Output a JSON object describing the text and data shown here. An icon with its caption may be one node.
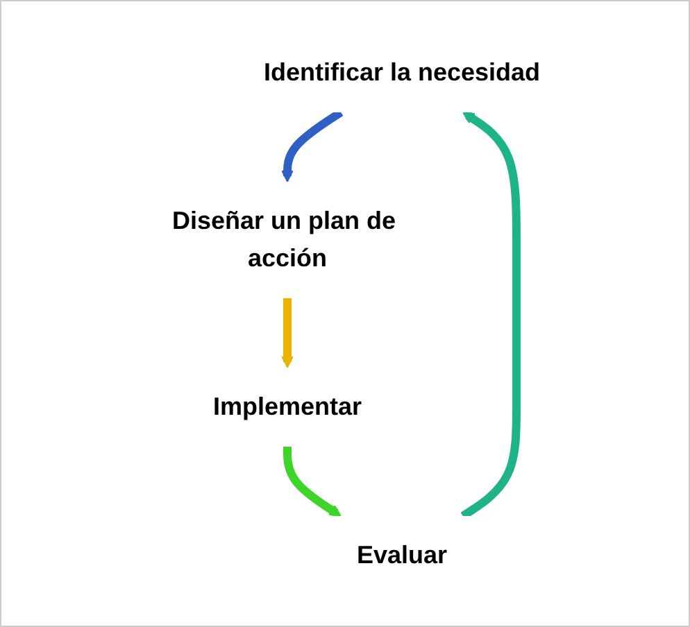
{
  "diagram": {
    "nodes": [
      {
        "text": [
          "Identificar la necesidad"
        ]
      },
      {
        "text": [
          "Diseñar un plan de acción"
        ]
      },
      {
        "text": [
          "Implementar"
        ]
      },
      {
        "text": [
          "Evaluar"
        ]
      }
    ],
    "edges": [
      {
        "from": 0,
        "to": 1,
        "arrow": "to",
        "color": "#2e5fc4"
      },
      {
        "from": 1,
        "to": 2,
        "arrow": "to",
        "color": "#e8b400"
      },
      {
        "from": 2,
        "to": 3,
        "arrow": "to",
        "color": "#3fd42a"
      },
      {
        "from": 3,
        "to": 0,
        "arrow": "to",
        "color": "#1fb38a"
      }
    ]
  }
}
